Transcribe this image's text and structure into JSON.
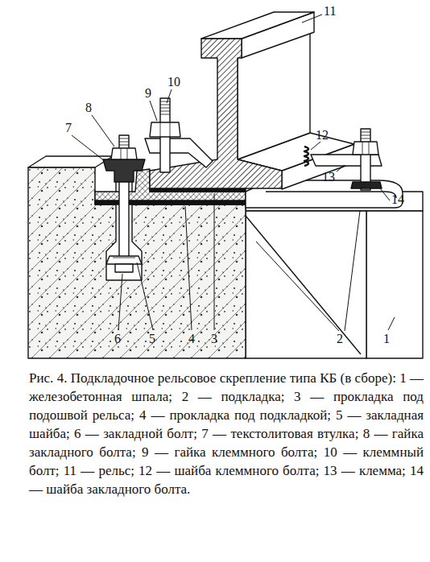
{
  "diagram": {
    "caption": "Рис. 4. Подкладочное рельсовое скрепление типа КБ (в сборе): 1 — железобетонная шпала; 2 — подкладка; 3 — прокладка под подошвой рельса; 4 — прокладка под подкладкой; 5 — закладная шайба; 6 — закладной болт; 7 — текстолитовая втулка; 8 — гайка закладного болта; 9 — гайка клеммного болта; 10 — клеммный болт; 11 — рельс; 12 — шайба клеммного болта; 13 — клемма; 14 — шайба закладного болта.",
    "labels": [
      "11",
      "10",
      "9",
      "8",
      "7",
      "12",
      "13",
      "14",
      "6",
      "5",
      "4",
      "3",
      "2",
      "1"
    ]
  }
}
